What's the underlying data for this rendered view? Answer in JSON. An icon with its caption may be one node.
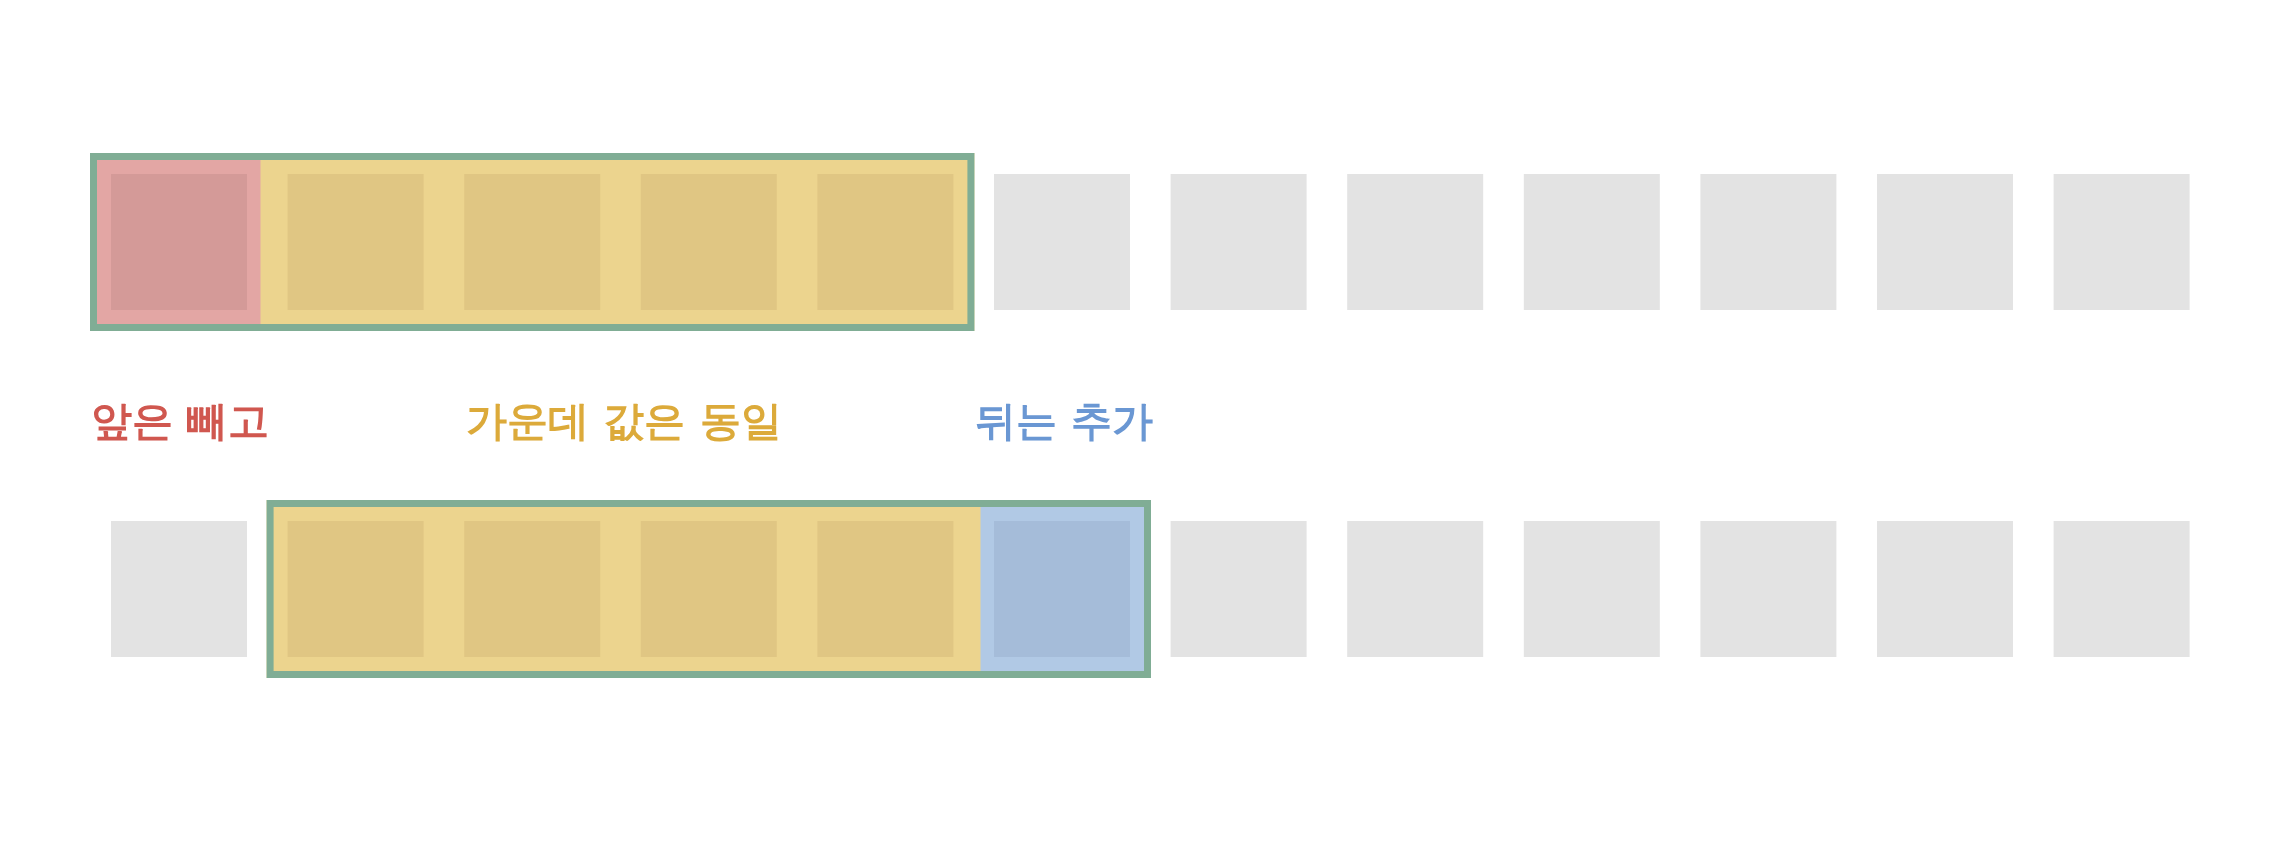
{
  "diagram": {
    "labels": [
      "앞은 빼고",
      "가운데 값은 동일",
      "뒤는 추가"
    ]
  }
}
